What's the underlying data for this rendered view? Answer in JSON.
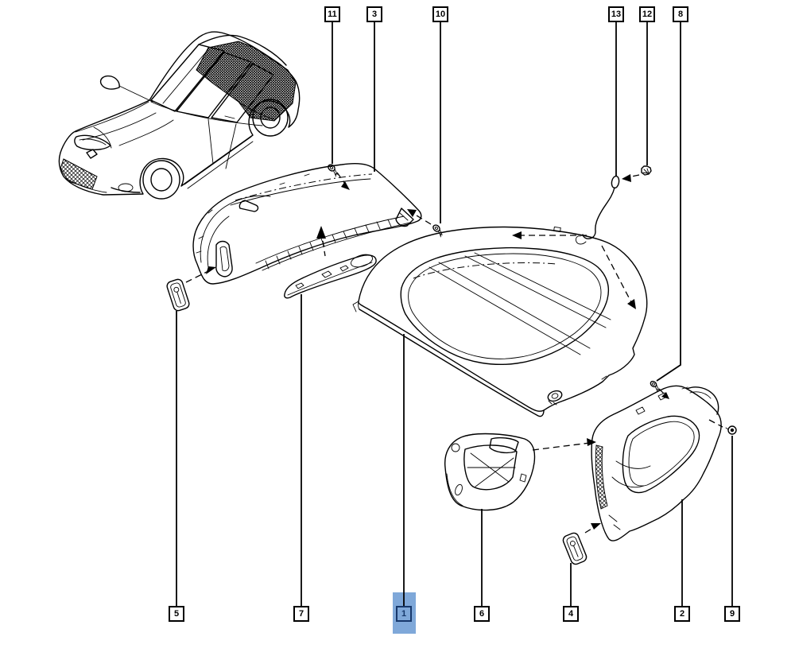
{
  "diagram": {
    "kind": "exploded-parts-diagram",
    "selected_callout": "1",
    "colors": {
      "background": "#ffffff",
      "line": "#000000",
      "highlight_fill": "#7fa8d9",
      "highlight_stroke": "#17386b"
    }
  },
  "callouts": {
    "c1": {
      "label": "1"
    },
    "c2": {
      "label": "2"
    },
    "c3": {
      "label": "3"
    },
    "c4": {
      "label": "4"
    },
    "c5": {
      "label": "5"
    },
    "c6": {
      "label": "6"
    },
    "c7": {
      "label": "7"
    },
    "c8": {
      "label": "8"
    },
    "c9": {
      "label": "9"
    },
    "c10": {
      "label": "10"
    },
    "c11": {
      "label": "11"
    },
    "c12": {
      "label": "12"
    },
    "c13": {
      "label": "13"
    }
  }
}
